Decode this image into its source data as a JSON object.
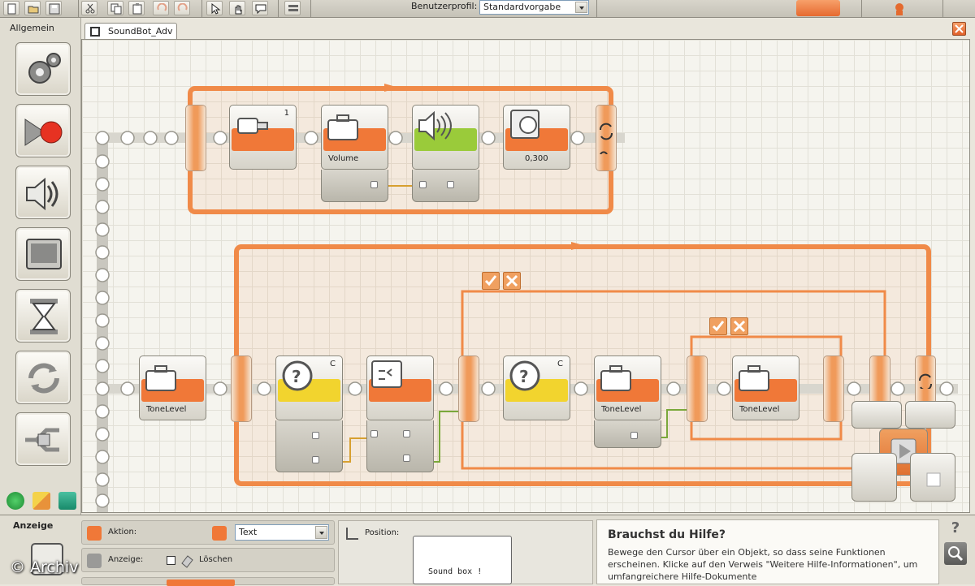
{
  "toolbar": {
    "profile_label": "Benutzerprofil:",
    "profile_value": "Standardvorgabe",
    "accent": "#f07838"
  },
  "palette": {
    "title": "Allgemein",
    "items": [
      {
        "name": "gears-icon"
      },
      {
        "name": "motor-icon"
      },
      {
        "name": "sound-icon"
      },
      {
        "name": "display-icon"
      },
      {
        "name": "hourglass-icon"
      },
      {
        "name": "loop-icon"
      },
      {
        "name": "switch-icon"
      }
    ]
  },
  "canvas": {
    "tab_label": "SoundBot_Adv",
    "blocks": {
      "b1_number": "1",
      "b2_label": "Volume",
      "b4_label": "0,300",
      "b5_label": "ToneLevel",
      "b6_letter": "C",
      "b8_letter": "C",
      "b9_label": "ToneLevel",
      "b10_label": "ToneLevel"
    }
  },
  "bottom": {
    "title": "Anzeige",
    "action_label": "Aktion:",
    "action_value": "Text",
    "display_label": "Anzeige:",
    "clear_label": "Löschen",
    "position_label": "Position:",
    "preview_text": "Sound box !"
  },
  "help": {
    "title": "Brauchst du Hilfe?",
    "body": "Bewege den Cursor über ein Objekt, so dass seine Funktionen erscheinen. Klicke auf den Verweis \"Weitere Hilfe-Informationen\", um umfangreichere Hilfe-Dokumente"
  },
  "watermark": "© Archiv"
}
